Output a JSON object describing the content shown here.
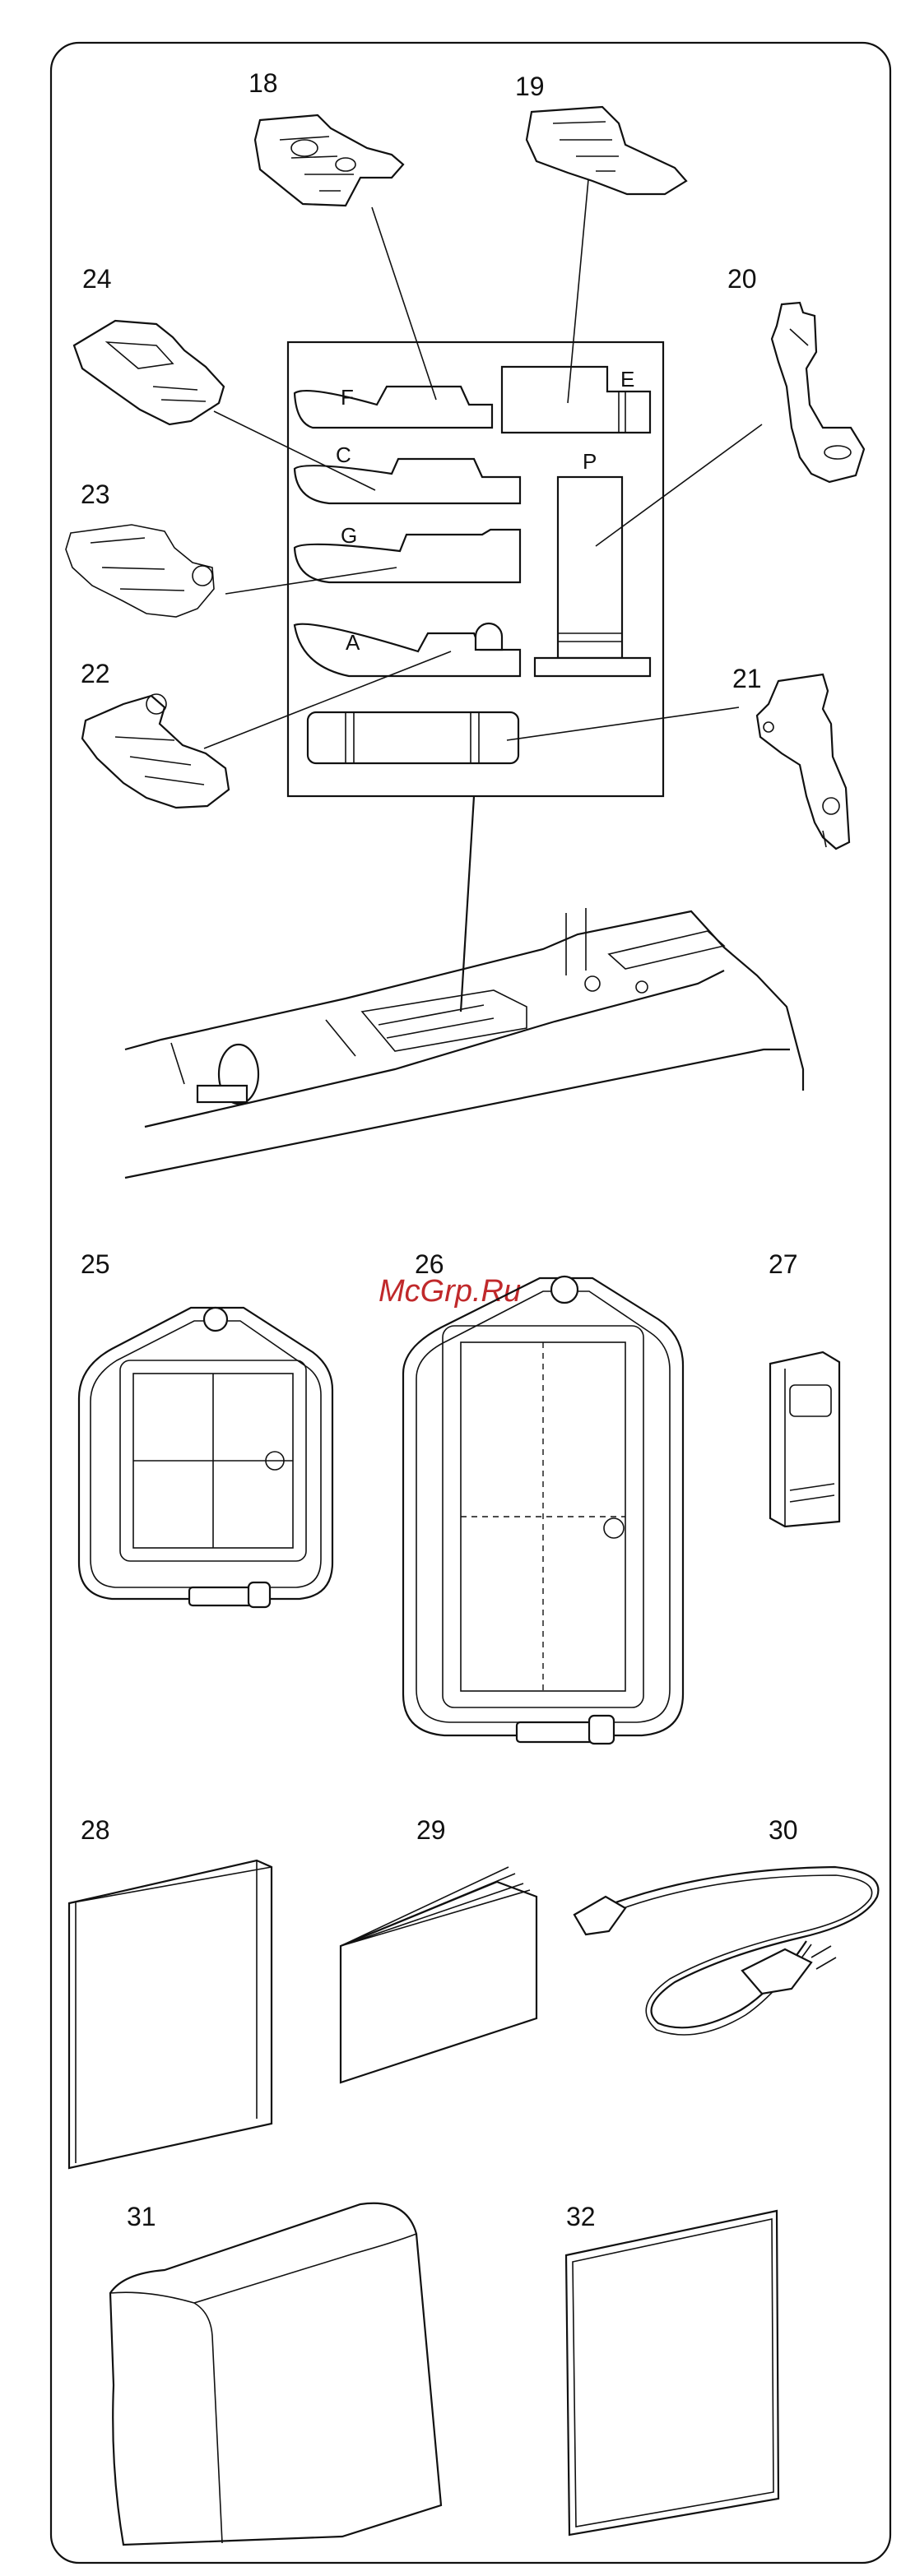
{
  "watermark": "McGrp.Ru",
  "labels": {
    "n18": "18",
    "n19": "19",
    "n20": "20",
    "n21": "21",
    "n22": "22",
    "n23": "23",
    "n24": "24",
    "n25": "25",
    "n26": "26",
    "n27": "27",
    "n28": "28",
    "n29": "29",
    "n30": "30",
    "n31": "31",
    "n32": "32"
  },
  "storage_slots": {
    "F": "F",
    "E": "E",
    "C": "C",
    "P": "P",
    "G": "G",
    "A": "A"
  }
}
